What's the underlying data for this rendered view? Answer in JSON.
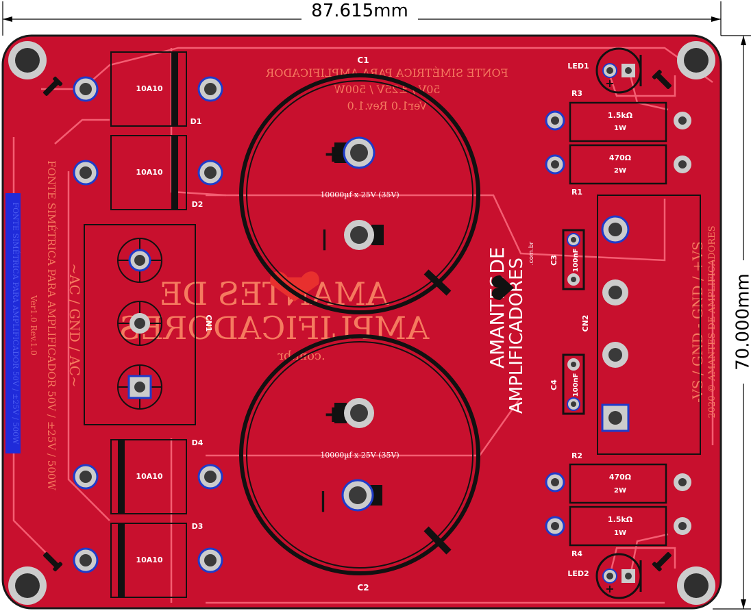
{
  "colors": {
    "board": "#c8102e",
    "board_dark": "#b30f2a",
    "trace": "#f45e72",
    "outline": "#1a1a1a",
    "pad": "#cccccc",
    "pad_ring": "#1f3cc9",
    "hole": "#3a3a3a",
    "silk": "#ffffff",
    "bottom_silk": "#f57a5f",
    "blue_strip": "#1f2bd9",
    "dimension": "#000000"
  },
  "dimensions": {
    "width_label": "87.615mm",
    "height_label": "70.000mm"
  },
  "designators": {
    "c1": "C1",
    "c2": "C2",
    "c3": "C3",
    "c4": "C4",
    "d1": "D1",
    "d2": "D2",
    "d3": "D3",
    "d4": "D4",
    "r1": "R1",
    "r2": "R2",
    "r3": "R3",
    "r4": "R4",
    "led1": "LED1",
    "led2": "LED2",
    "cn1": "CN1",
    "cn2": "CN2"
  },
  "values": {
    "diode": "10A10",
    "r_1k5": "1.5kΩ",
    "r_470": "470Ω",
    "w1": "1W",
    "w2": "2W",
    "cap_small": "100nF",
    "cap_big": "10000µf x 25V (35V)",
    "plus": "+",
    "minus": "|"
  },
  "bottom_silk": {
    "top_title": "FONTE SIMÉTRICA PARA AMPLIFICADOR",
    "top_spec": "50V / ±25V / 500W",
    "top_rev": "Ver1.0 Rev.1.0",
    "left_title": "FONTE SIMÉTRICA PARA AMPLIFICADOR 50V / ±25V / 500W",
    "left_rev": "Ver1.0 Rev.1.0",
    "cn1_label": "~AC / GND / AC~",
    "cn2_label": "-VS / GND - GND / +VS",
    "logo_line1": "AMANTES DE",
    "logo_line2": "AMPLIFICADORES",
    "logo_web": ".com.br",
    "right_edge": "2020 © AMANTES DE AMPLIFICADORES"
  },
  "logo_top": {
    "line1": "AMANTES",
    "line2": "DE",
    "line3": "AMPLIFICADORES",
    "web": ".com.br"
  }
}
